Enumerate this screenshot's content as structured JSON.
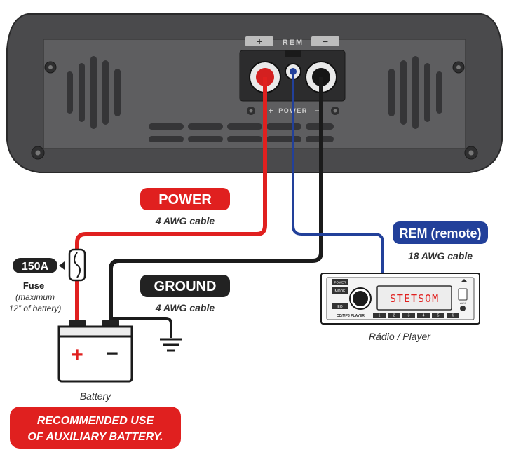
{
  "amplifier": {
    "terminal_plus": "+",
    "terminal_minus": "−",
    "rem_label": "REM",
    "power_label": "POWER",
    "power_plus": "+",
    "power_minus": "−"
  },
  "power_cable": {
    "label": "POWER",
    "spec": "4 AWG cable",
    "color": "#e0201f"
  },
  "ground_cable": {
    "label": "GROUND",
    "spec": "4 AWG cable",
    "color": "#1b1b1b"
  },
  "rem_cable": {
    "label": "REM (remote)",
    "spec": "18 AWG cable",
    "color": "#22409a"
  },
  "fuse": {
    "rating": "150A",
    "title": "Fuse",
    "note_line1": "(maximum",
    "note_line2": "12” of battery)"
  },
  "battery": {
    "label": "Battery",
    "plus": "+",
    "minus": "−"
  },
  "radio": {
    "display_text": "STETSOM",
    "label": "Rádio / Player",
    "power_btn": "POWER",
    "mode_btn": "MODE",
    "eq_btn": "EQ",
    "model_text": "CD/MP3 PLAYER",
    "aux_text": "AUX",
    "presets": [
      "1",
      "2",
      "3",
      "4",
      "5",
      "6"
    ]
  },
  "notice": {
    "line1": "RECOMMENDED USE",
    "line2": "OF AUXILIARY BATTERY.",
    "color": "#e0201f"
  },
  "colors": {
    "amp_body": "#4a4a4c",
    "amp_panel": "#5e5e60",
    "red": "#e0201f",
    "black": "#1b1b1b",
    "blue": "#22409a"
  }
}
